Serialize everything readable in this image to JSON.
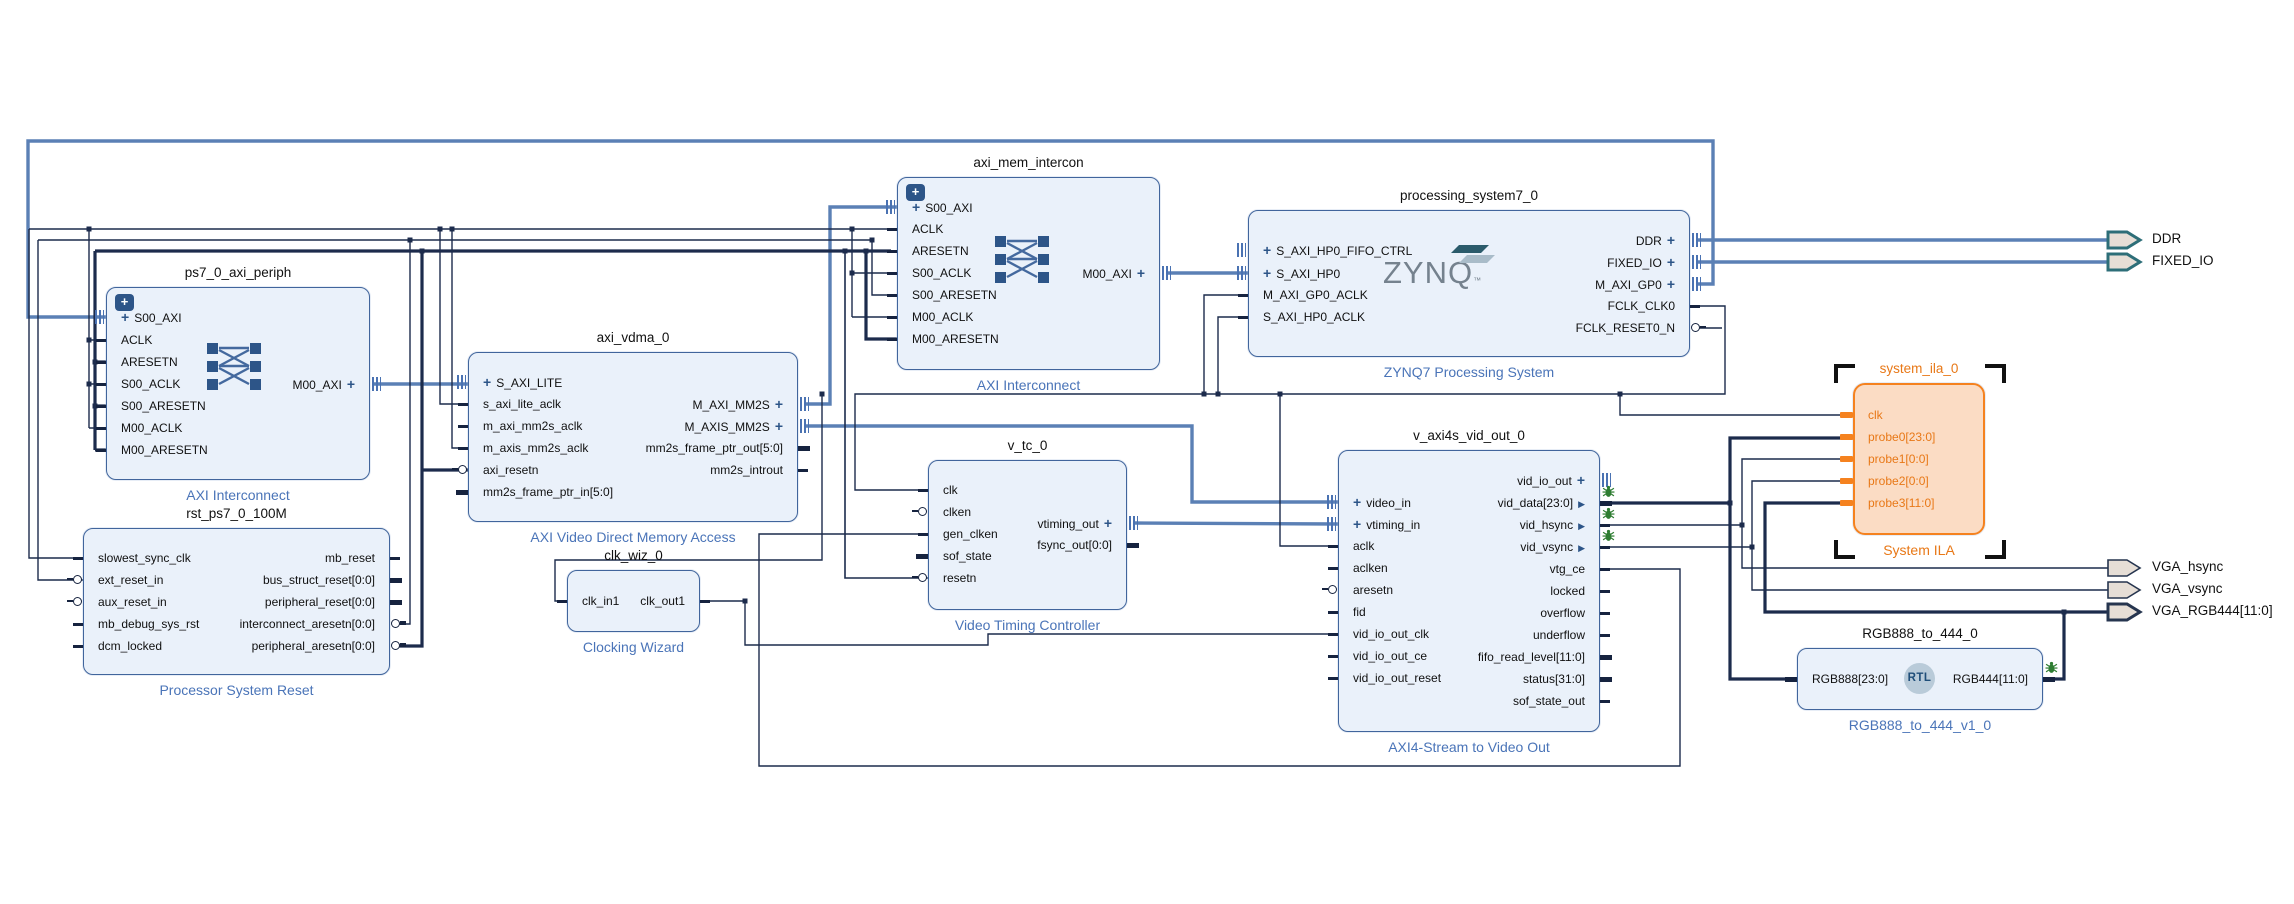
{
  "colors": {
    "block_fill": "#eaf1fa",
    "block_border": "#41659c",
    "type_label_blue": "#4a74b8",
    "wire_blue": "#5b80b5",
    "wire_dark": "#1c2b4c",
    "ila_orange": "#f5821f",
    "ila_fill": "#fbdcc4",
    "debug_green": "#2e7d32",
    "ext_port_teal": "#2d6e78",
    "ext_port_fill": "#e6ded6",
    "ext_port_navy": "#26354f"
  },
  "blocks": [
    {
      "id": "ps7_0_axi_periph",
      "title": "ps7_0_axi_periph",
      "type_label": "AXI Interconnect",
      "expander_label": "+",
      "left_ports": [
        {
          "label": "S00_AXI",
          "iface": true
        },
        {
          "label": "ACLK"
        },
        {
          "label": "ARESETN"
        },
        {
          "label": "S00_ACLK"
        },
        {
          "label": "S00_ARESETN"
        },
        {
          "label": "M00_ACLK"
        },
        {
          "label": "M00_ARESETN"
        }
      ],
      "right_ports": [
        {
          "label": "M00_AXI",
          "iface": true
        }
      ]
    },
    {
      "id": "rst_ps7_0_100M",
      "title": "rst_ps7_0_100M",
      "type_label": "Processor System Reset",
      "left_ports": [
        {
          "label": "slowest_sync_clk"
        },
        {
          "label": "ext_reset_in",
          "inv": true
        },
        {
          "label": "aux_reset_in",
          "inv": true
        },
        {
          "label": "mb_debug_sys_rst"
        },
        {
          "label": "dcm_locked"
        }
      ],
      "right_ports": [
        {
          "label": "mb_reset"
        },
        {
          "label": "bus_struct_reset[0:0]",
          "bus": true
        },
        {
          "label": "peripheral_reset[0:0]",
          "bus": true
        },
        {
          "label": "interconnect_aresetn[0:0]",
          "inv": true,
          "bus": true
        },
        {
          "label": "peripheral_aresetn[0:0]",
          "inv": true,
          "bus": true
        }
      ]
    },
    {
      "id": "axi_vdma_0",
      "title": "axi_vdma_0",
      "type_label": "AXI Video Direct Memory Access",
      "left_ports": [
        {
          "label": "S_AXI_LITE",
          "iface": true
        },
        {
          "label": "s_axi_lite_aclk"
        },
        {
          "label": "m_axi_mm2s_aclk"
        },
        {
          "label": "m_axis_mm2s_aclk"
        },
        {
          "label": "axi_resetn",
          "inv": true
        },
        {
          "label": "mm2s_frame_ptr_in[5:0]",
          "bus": true
        }
      ],
      "right_ports": [
        {
          "label": "M_AXI_MM2S",
          "iface": true
        },
        {
          "label": "M_AXIS_MM2S",
          "iface": true
        },
        {
          "label": "mm2s_frame_ptr_out[5:0]",
          "bus": true
        },
        {
          "label": "mm2s_introut"
        }
      ]
    },
    {
      "id": "clk_wiz_0",
      "title": "clk_wiz_0",
      "type_label": "Clocking Wizard",
      "left_ports": [
        {
          "label": "clk_in1"
        }
      ],
      "right_ports": [
        {
          "label": "clk_out1"
        }
      ]
    },
    {
      "id": "axi_mem_intercon",
      "title": "axi_mem_intercon",
      "type_label": "AXI Interconnect",
      "expander_label": "+",
      "left_ports": [
        {
          "label": "S00_AXI",
          "iface": true
        },
        {
          "label": "ACLK"
        },
        {
          "label": "ARESETN"
        },
        {
          "label": "S00_ACLK"
        },
        {
          "label": "S00_ARESETN"
        },
        {
          "label": "M00_ACLK"
        },
        {
          "label": "M00_ARESETN"
        }
      ],
      "right_ports": [
        {
          "label": "M00_AXI",
          "iface": true
        }
      ]
    },
    {
      "id": "processing_system7_0",
      "title": "processing_system7_0",
      "type_label": "ZYNQ7 Processing System",
      "logo_text": "ZYNQ",
      "left_ports": [
        {
          "label": "S_AXI_HP0_FIFO_CTRL",
          "iface": true
        },
        {
          "label": "S_AXI_HP0",
          "iface": true
        },
        {
          "label": "M_AXI_GP0_ACLK"
        },
        {
          "label": "S_AXI_HP0_ACLK"
        }
      ],
      "right_ports": [
        {
          "label": "DDR",
          "iface": true
        },
        {
          "label": "FIXED_IO",
          "iface": true
        },
        {
          "label": "M_AXI_GP0",
          "iface": true
        },
        {
          "label": "FCLK_CLK0"
        },
        {
          "label": "FCLK_RESET0_N",
          "inv": true
        }
      ]
    },
    {
      "id": "v_tc_0",
      "title": "v_tc_0",
      "type_label": "Video Timing Controller",
      "left_ports": [
        {
          "label": "clk"
        },
        {
          "label": "clken",
          "inv": true
        },
        {
          "label": "gen_clken"
        },
        {
          "label": "sof_state",
          "bus": true
        },
        {
          "label": "resetn",
          "inv": true
        }
      ],
      "right_ports": [
        {
          "label": "vtiming_out",
          "iface": true
        },
        {
          "label": "fsync_out[0:0]",
          "bus": true
        }
      ]
    },
    {
      "id": "v_axi4s_vid_out_0",
      "title": "v_axi4s_vid_out_0",
      "type_label": "AXI4-Stream to Video Out",
      "left_ports": [
        {
          "label": "video_in",
          "iface": true
        },
        {
          "label": "vtiming_in",
          "iface": true
        },
        {
          "label": "aclk"
        },
        {
          "label": "aclken"
        },
        {
          "label": "aresetn",
          "inv": true
        },
        {
          "label": "fid"
        },
        {
          "label": "vid_io_out_clk"
        },
        {
          "label": "vid_io_out_ce"
        },
        {
          "label": "vid_io_out_reset"
        }
      ],
      "right_ports": [
        {
          "label": "vid_io_out",
          "iface": true
        },
        {
          "label": "vid_data[23:0]",
          "bus": true,
          "debug": true,
          "bug": true
        },
        {
          "label": "vid_hsync",
          "debug": true,
          "bug": true
        },
        {
          "label": "vid_vsync",
          "debug": true,
          "bug": true
        },
        {
          "label": "vtg_ce"
        },
        {
          "label": "locked"
        },
        {
          "label": "overflow"
        },
        {
          "label": "underflow"
        },
        {
          "label": "fifo_read_level[11:0]",
          "bus": true
        },
        {
          "label": "status[31:0]",
          "bus": true
        },
        {
          "label": "sof_state_out"
        }
      ]
    },
    {
      "id": "system_ila_0",
      "title": "system_ila_0",
      "type_label": "System ILA",
      "style": "ila",
      "selected": true,
      "left_ports": [
        {
          "label": "clk",
          "ila": true
        },
        {
          "label": "probe0[23:0]",
          "ila": true
        },
        {
          "label": "probe1[0:0]",
          "ila": true
        },
        {
          "label": "probe2[0:0]",
          "ila": true
        },
        {
          "label": "probe3[11:0]",
          "ila": true
        }
      ],
      "right_ports": []
    },
    {
      "id": "RGB888_to_444_0",
      "title": "RGB888_to_444_0",
      "type_label": "RGB888_to_444_v1_0",
      "badge_text": "RTL",
      "left_ports": [
        {
          "label": "RGB888[23:0]",
          "bus": true
        }
      ],
      "right_ports": [
        {
          "label": "RGB444[11:0]",
          "bus": true,
          "bug": true
        }
      ]
    }
  ],
  "external_ports": [
    {
      "label": "DDR",
      "variant": "teal",
      "bus": true
    },
    {
      "label": "FIXED_IO",
      "variant": "teal",
      "bus": true
    },
    {
      "label": "VGA_hsync",
      "variant": "navy"
    },
    {
      "label": "VGA_vsync",
      "variant": "navy"
    },
    {
      "label": "VGA_RGB444[11:0]",
      "variant": "navy",
      "bus": true
    }
  ]
}
